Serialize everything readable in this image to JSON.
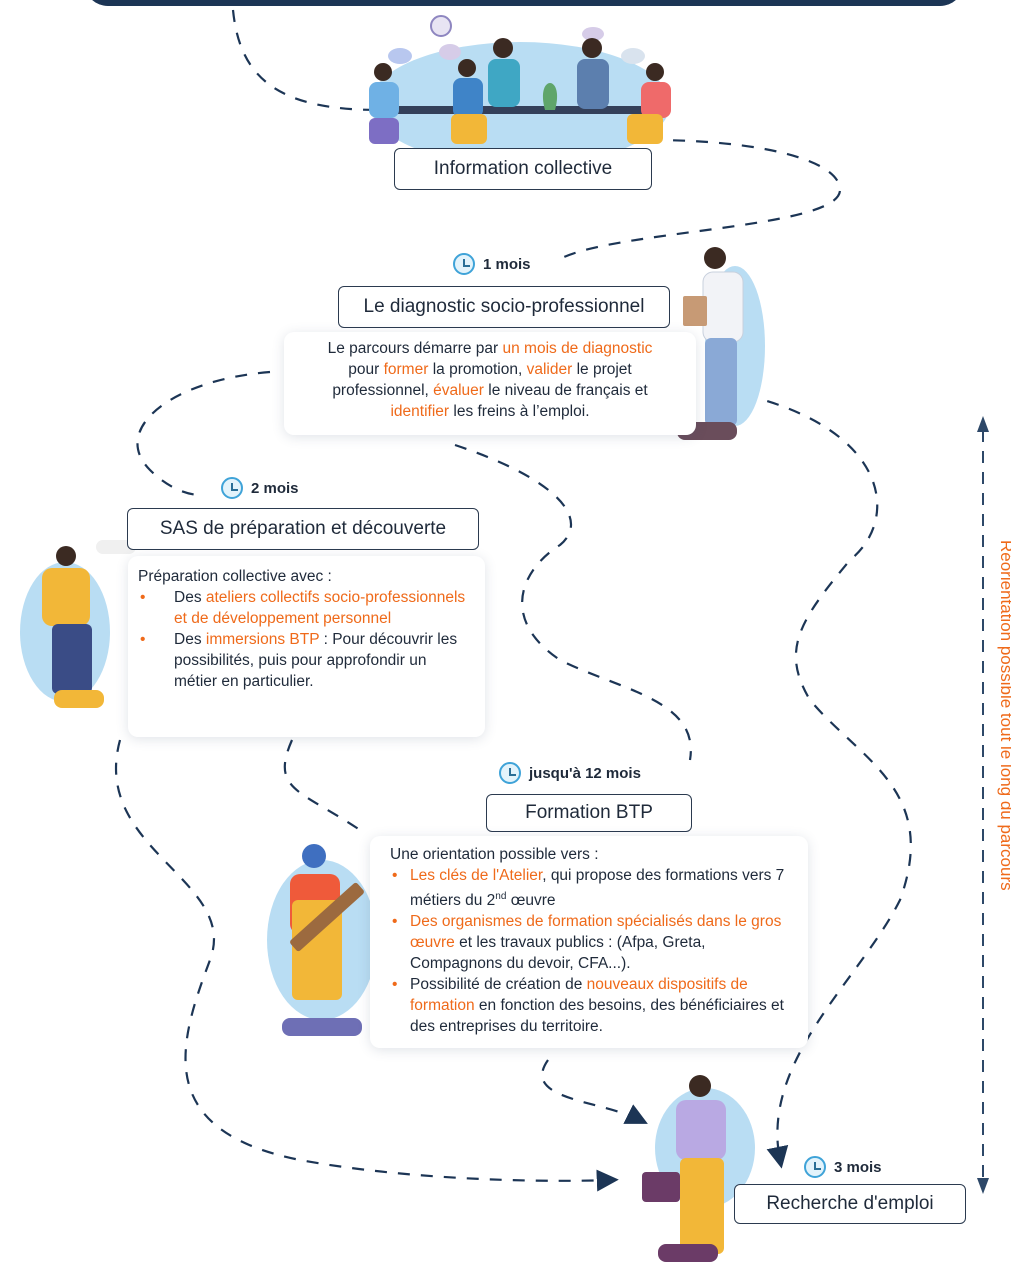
{
  "stages": {
    "info": "Information collective",
    "diag": "Le diagnostic socio-professionnel",
    "sas": "SAS de préparation et découverte",
    "formation": "Formation BTP",
    "recherche": "Recherche d'emploi"
  },
  "durations": {
    "diag": "1 mois",
    "sas": "2 mois",
    "formation": "jusqu'à 12 mois",
    "recherche": "3 mois"
  },
  "diag_card": {
    "s1": "Le parcours démarre par ",
    "h1": "un mois de diagnostic",
    "s2": "pour ",
    "h2": "former",
    "s3": " la promotion, ",
    "h3": "valider",
    "s4": " le projet",
    "s5": "professionnel, ",
    "h4": "évaluer",
    "s6": " le niveau de français  et",
    "h5": "identifier",
    "s7": " les freins à l’emploi."
  },
  "sas_card": {
    "intro": "Préparation collective avec :",
    "i1_a": "Des ",
    "i1_hl": "ateliers collectifs socio-professionnels et de développement personnel",
    "i2_a": "Des ",
    "i2_hl": "immersions BTP",
    "i2_b": " : Pour découvrir les possibilités, puis pour approfondir un métier en particulier."
  },
  "form_card": {
    "intro": "Une orientation possible vers :",
    "i1_hl": "Les clés de l'Atelier",
    "i1_b": ", qui propose des formations vers 7 métiers du 2",
    "i1_sup": "nd",
    "i1_c": " œuvre",
    "i2_hl": "Des organismes de formation spécialisés dans le gros œuvre",
    "i2_b": " et les travaux publics : (Afpa, Greta, Compagnons du devoir, CFA...).",
    "i3_a": "Possibilité de création de ",
    "i3_hl": "nouveaux dispositifs de formation",
    "i3_b": " en fonction des besoins, des bénéficiaires et des entreprises du territoire."
  },
  "side_label": {
    "bold": "Réorientation possible",
    "rest": " tout le long du parcours"
  },
  "icons": [
    "clock-icon",
    "arrow-up-icon",
    "arrow-down-icon"
  ],
  "colors": {
    "accent": "#ef6a1a",
    "navy": "#1c3555",
    "clock": "#3fa3d8",
    "blob": "#b9ddf3"
  }
}
